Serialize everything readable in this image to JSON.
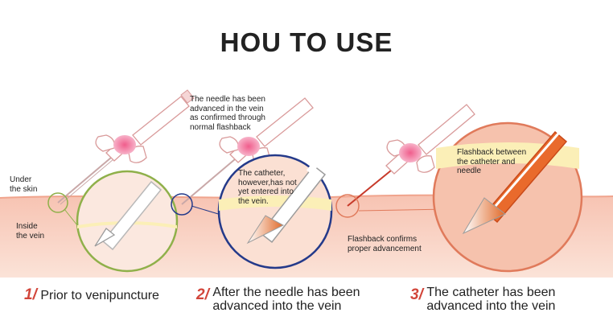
{
  "title": "HOU TO USE",
  "labels": {
    "under_skin": "Under\nthe skin",
    "inside_vein": "Inside\nthe vein",
    "needle_advanced": "The needle has been\nadvanced in the vein\nas confirmed through\nnormal flashback",
    "catheter_not_entered": "The catheter,\nhowever,has not\nyet entered into\nthe vein.",
    "flashback_confirms": "Flashback confirms\nproper advancement",
    "flashback_between": "Flashback between\nthe catheter and\nneedle"
  },
  "steps": [
    {
      "number": "1/",
      "caption": "Prior to venipuncture"
    },
    {
      "number": "2/",
      "caption": "After the needle has been\nadvanced into the vein"
    },
    {
      "number": "3/",
      "caption": "The catheter has been\nadvanced into the vein"
    }
  ],
  "colors": {
    "skin": "#f3b3a0",
    "skin_light": "#f9d2c3",
    "fat_layer": "#fbefb7",
    "vein_glow": "#f7c6b0",
    "circle1_border": "#8fb04a",
    "circle2_border": "#243a8a",
    "circle3_border": "#e07a5b",
    "flashback": "#c73a2a",
    "number_red": "#d2453a"
  }
}
